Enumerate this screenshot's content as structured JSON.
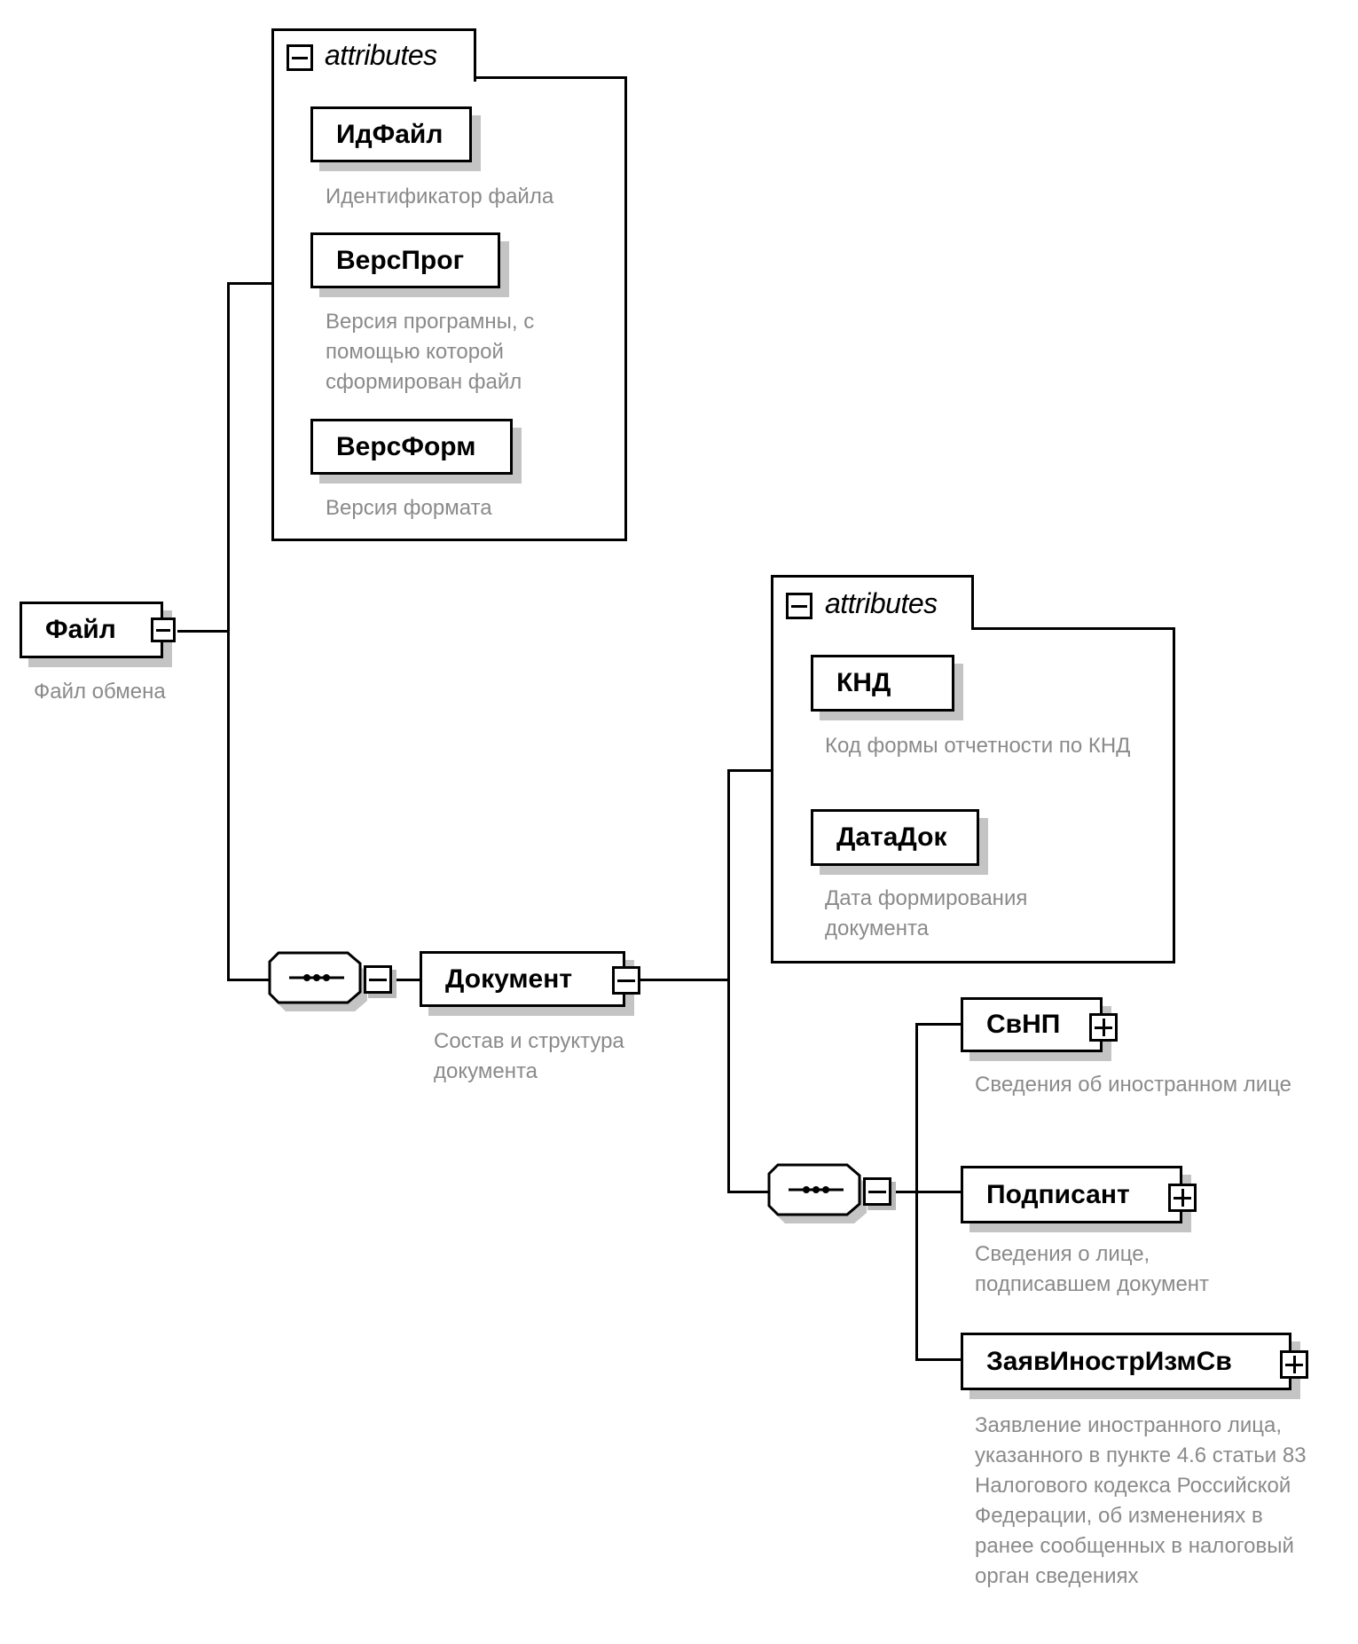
{
  "root": {
    "name": "Файл",
    "description": "Файл обмена",
    "toggle": "collapse",
    "attributes": {
      "title": "attributes",
      "toggle": "collapse",
      "items": [
        {
          "name": "ИдФайл",
          "description": "Идентификатор файла"
        },
        {
          "name": "ВерсПрог",
          "description": "Версия програмны, с помощью которой сформирован файл"
        },
        {
          "name": "ВерсФорм",
          "description": "Версия формата"
        }
      ]
    },
    "sequence": {
      "type": "sequence",
      "toggle": "collapse",
      "child": {
        "name": "Документ",
        "description": "Состав и структура документа",
        "toggle": "collapse",
        "attributes": {
          "title": "attributes",
          "toggle": "collapse",
          "items": [
            {
              "name": "КНД",
              "description": "Код формы отчетности по КНД"
            },
            {
              "name": "ДатаДок",
              "description": "Дата формирования документа"
            }
          ]
        },
        "sequence": {
          "type": "sequence",
          "toggle": "collapse",
          "children": [
            {
              "name": "СвНП",
              "description": "Сведения об иностранном лице",
              "toggle": "expand"
            },
            {
              "name": "Подписант",
              "description": "Сведения о лице, подписавшем документ",
              "toggle": "expand"
            },
            {
              "name": "ЗаявИнострИзмСв",
              "description": "Заявление иностранного лица, указанного в пункте 4.6 статьи 83 Налогового кодекса Российской Федерации, об изменениях в ранее сообщенных в налоговый орган сведениях",
              "toggle": "expand"
            }
          ]
        }
      }
    }
  }
}
